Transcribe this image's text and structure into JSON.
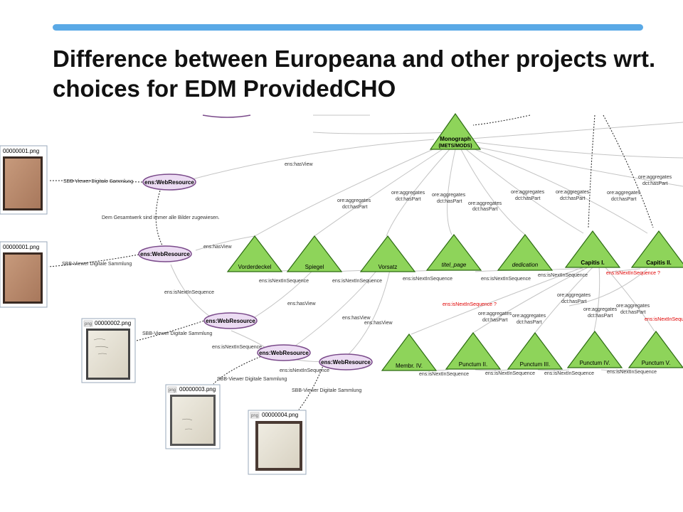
{
  "title": "Difference between Europeana and other projects wrt. choices for EDM ProvidedCHO",
  "diagram": {
    "monograph": {
      "line1": "Monograph",
      "line2": "(METS/MODS)"
    },
    "triangles": [
      "Vorderdeckel",
      "Spiegel",
      "Vorsatz",
      "titel_page",
      "dedication",
      "Capitis I.",
      "Capitis II.",
      "Membr. IV.",
      "Punctum II.",
      "Punctum III.",
      "Punctum IV.",
      "Punctum V."
    ],
    "web_resource": "ens:WebResource",
    "files": [
      "00000001.png",
      "00000001.png",
      "00000002.png",
      "00000003.png",
      "00000004.png"
    ],
    "file_tag": "png",
    "labels": {
      "has_view": "ens:hasView",
      "next": "ens:isNextInSequence",
      "next_q": "ens:isNextInSequence ?",
      "aggregates": "ore:aggregates",
      "has_part": "dct:hasPart",
      "sbb": "SBB-Viewer Digitale Sammlung",
      "gesamtwerk": "Dem Gesamtwerk sind immer alle Bilder zugewiesen."
    },
    "colors": {
      "triangle": "#8ed45a",
      "ellipse": "#ecdcf3",
      "accent_bar": "#5aa9e6",
      "red_label": "#e00000"
    }
  }
}
